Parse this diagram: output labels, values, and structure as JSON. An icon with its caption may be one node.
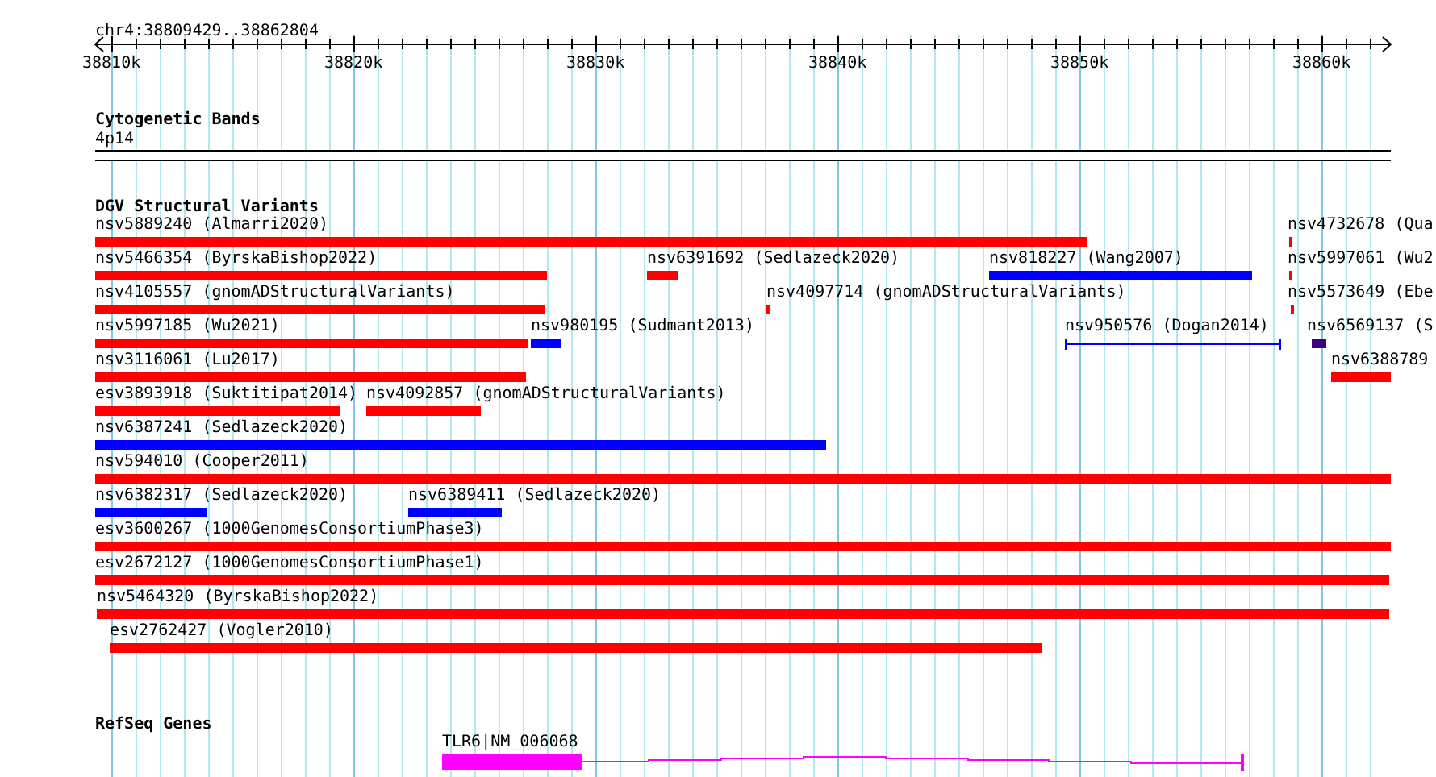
{
  "diagram": {
    "nodes": [
      {
        "text": [
          "Cytogenetic Bands"
        ]
      },
      {
        "text": [
          "4p14"
        ],
        "in": 0
      },
      {
        "text": [
          "DGV Structural Variants"
        ]
      },
      {
        "text": [
          "nsv5889240 (Almarri2020)"
        ],
        "in": 2
      },
      {
        "text": [
          "nsv4732678 (Qua"
        ],
        "in": 2
      },
      {
        "text": [
          "nsv5466354 (ByrskaBishop2022)"
        ],
        "in": 2
      },
      {
        "text": [
          "nsv6391692 (Sedlazeck2020)"
        ],
        "in": 2
      },
      {
        "text": [
          "nsv818227 (Wang2007)"
        ],
        "in": 2
      },
      {
        "text": [
          "nsv5997061 (Wu2"
        ],
        "in": 2
      },
      {
        "text": [
          "nsv4105557 (gnomADStructuralVariants)"
        ],
        "in": 2
      },
      {
        "text": [
          "nsv4097714 (gnomADStructuralVariants)"
        ],
        "in": 2
      },
      {
        "text": [
          "nsv5573649 (Ebe"
        ],
        "in": 2
      },
      {
        "text": [
          "nsv5997185 (Wu2021)"
        ],
        "in": 2
      },
      {
        "text": [
          "nsv980195 (Sudmant2013)"
        ],
        "in": 2
      },
      {
        "text": [
          "nsv950576 (Dogan2014)"
        ],
        "in": 2
      },
      {
        "text": [
          "nsv6569137 (S"
        ],
        "in": 2
      },
      {
        "text": [
          "nsv3116061 (Lu2017)"
        ],
        "in": 2
      },
      {
        "text": [
          "nsv6388789"
        ],
        "in": 2
      },
      {
        "text": [
          "esv3893918 (Suktitipat2014)"
        ],
        "in": 2
      },
      {
        "text": [
          "nsv4092857 (gnomADStructuralVariants)"
        ],
        "in": 2
      },
      {
        "text": [
          "nsv6387241 (Sedlazeck2020)"
        ],
        "in": 2
      },
      {
        "text": [
          "nsv594010 (Cooper2011)"
        ],
        "in": 2
      },
      {
        "text": [
          "nsv6382317 (Sedlazeck2020)"
        ],
        "in": 2
      },
      {
        "text": [
          "nsv6389411 (Sedlazeck2020)"
        ],
        "in": 2
      },
      {
        "text": [
          "esv3600267 (1000GenomesConsortiumPhase3)"
        ],
        "in": 2
      },
      {
        "text": [
          "esv2672127 (1000GenomesConsortiumPhase1)"
        ],
        "in": 2
      },
      {
        "text": [
          "nsv5464320 (ByrskaBishop2022)"
        ],
        "in": 2
      },
      {
        "text": [
          "esv2762427 (Vogler2010)"
        ],
        "in": 2
      },
      {
        "text": [
          "RefSeq Genes"
        ]
      },
      {
        "text": [
          "TLR6|NM_006068"
        ],
        "in": 28
      }
    ],
    "labels": [
      "chr4:38809429..38862804",
      "38810k",
      "38820k",
      "38830k",
      "38840k",
      "38850k",
      "38860k"
    ]
  }
}
